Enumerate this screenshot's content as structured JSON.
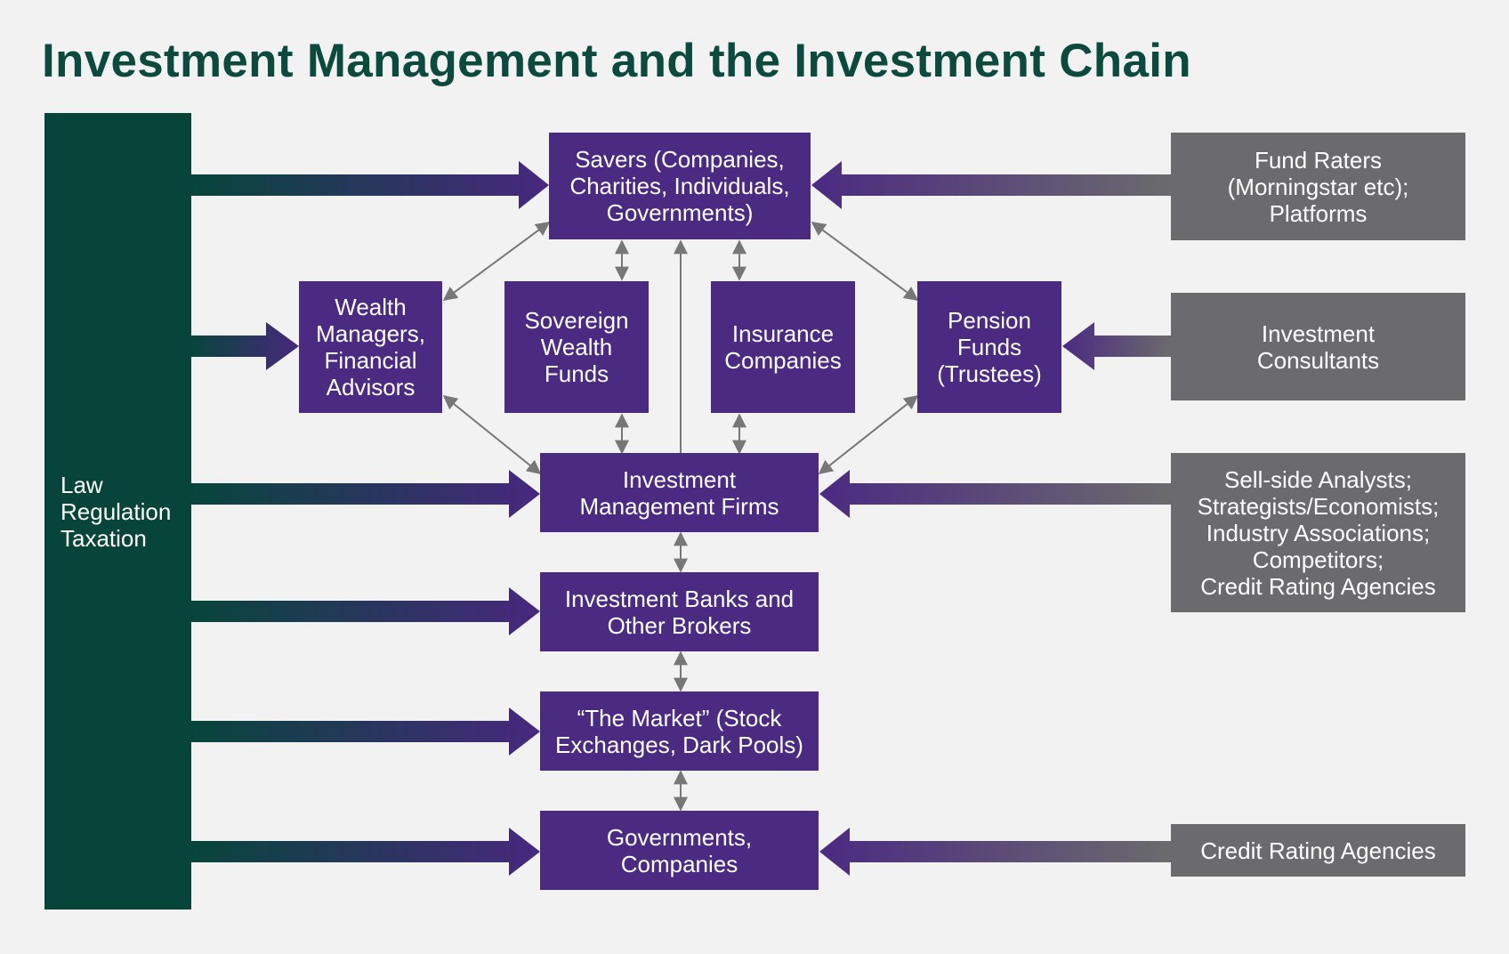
{
  "title": "Investment Management and the Investment Chain",
  "colors": {
    "title": "#0b4a3c",
    "regulator": "#07453b",
    "entity": "#4b2a82",
    "influencer": "#6b6b6d",
    "connector": "#777777",
    "background": "#f2f2f2"
  },
  "regulator_box": {
    "text": "Law\nRegulation\nTaxation"
  },
  "entities": {
    "savers": "Savers (Companies,\nCharities, Individuals,\nGovernments)",
    "wealth_managers": "Wealth\nManagers,\nFinancial\nAdvisors",
    "sovereign_wealth": "Sovereign\nWealth\nFunds",
    "insurance": "Insurance\nCompanies",
    "pension": "Pension\nFunds\n(Trustees)",
    "investment_mgmt": "Investment\nManagement Firms",
    "investment_banks": "Investment Banks and\nOther Brokers",
    "market": "“The Market” (Stock\nExchanges, Dark Pools)",
    "governments": "Governments,\nCompanies"
  },
  "influencers": {
    "fund_raters": "Fund Raters\n(Morningstar etc);\nPlatforms",
    "consultants": "Investment\nConsultants",
    "analysts": "Sell-side Analysts;\nStrategists/Economists;\nIndustry Associations;\nCompetitors;\nCredit Rating Agencies",
    "credit_rating": "Credit Rating Agencies"
  }
}
